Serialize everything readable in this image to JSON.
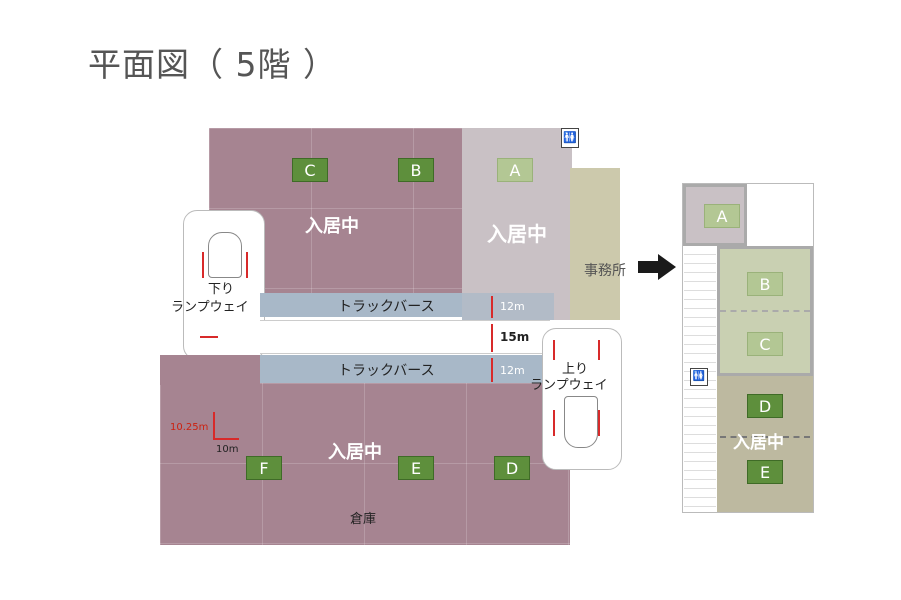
{
  "title": "平面図（ 5階 ）",
  "main_plan": {
    "units": {
      "C": "C",
      "B": "B",
      "A": "A",
      "F": "F",
      "E": "E",
      "D": "D"
    },
    "occupied_label": "入居中",
    "truck_berth": "トラックバース",
    "down_ramp": [
      "下り",
      "ランプウェイ"
    ],
    "up_ramp": [
      "上り",
      "ランプウェイ"
    ],
    "office": "事務所",
    "warehouse": "倉庫",
    "dim_12m_top": "12m",
    "dim_15m": "15m",
    "dim_12m_bottom": "12m",
    "dim_10_25m": "10.25m",
    "dim_10m": "10m"
  },
  "side_plan": {
    "units": {
      "A": "A",
      "B": "B",
      "C": "C",
      "D": "D",
      "E": "E"
    },
    "occupied_label": "入居中"
  },
  "icons": [
    "restroom-icon",
    "arrow-right-icon"
  ],
  "colors": {
    "occupied": "#a68491",
    "unit_badge": "#5e8f3c",
    "truck_berth": "#a8b8c8",
    "dimension_red": "#d82a2a"
  }
}
